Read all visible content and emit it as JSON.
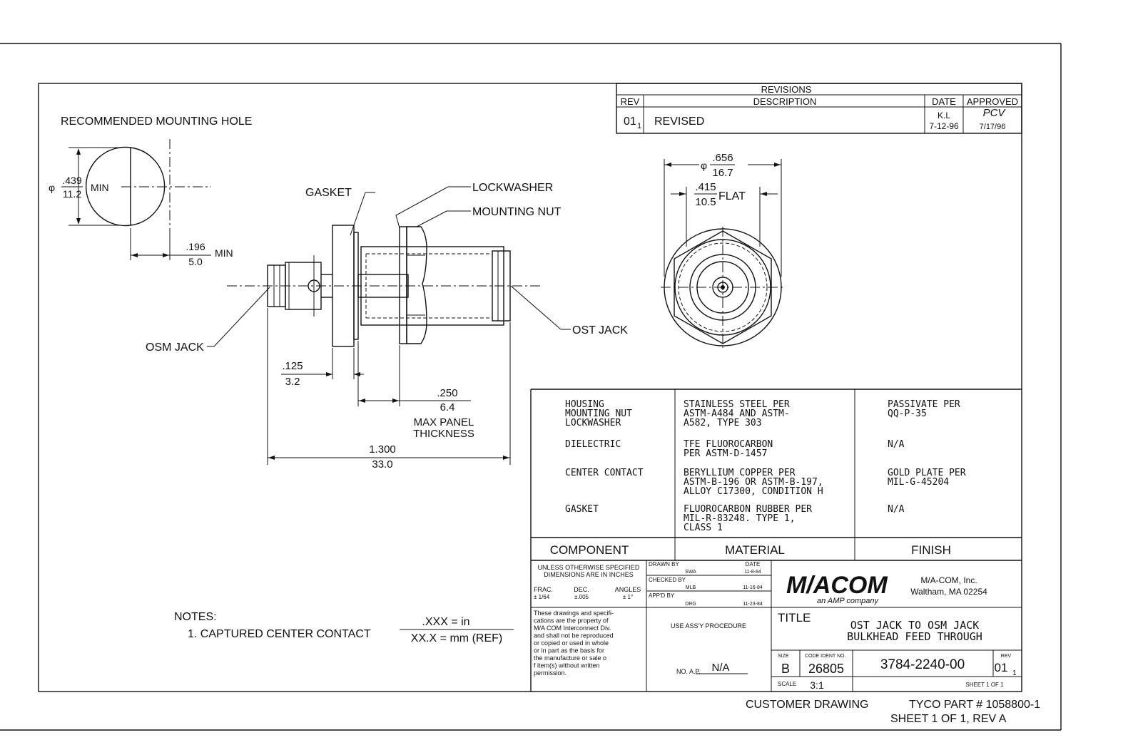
{
  "revisions": {
    "title": "REVISIONS",
    "col_rev": "REV",
    "col_desc": "DESCRIPTION",
    "col_date": "DATE",
    "col_approved": "APPROVED",
    "rev": "01",
    "rev_sub": "1",
    "desc": "REVISED",
    "date_by": "K.L",
    "date": "7-12-96",
    "approved_sig": "PCV",
    "approved_date": "7/17/96"
  },
  "mounting_hole": {
    "title": "RECOMMENDED MOUNTING HOLE",
    "dia_prefix": "φ",
    "dia_in": ".439",
    "dia_mm": "11.2",
    "dia_note": "MIN",
    "flat_in": ".196",
    "flat_mm": "5.0",
    "flat_note": "MIN"
  },
  "side_view": {
    "gasket": "GASKET",
    "lockwasher": "LOCKWASHER",
    "mounting_nut": "MOUNTING NUT",
    "ost_jack": "OST JACK",
    "osm_jack": "OSM JACK",
    "dim1_in": ".125",
    "dim1_mm": "3.2",
    "dim2_in": ".250",
    "dim2_mm": "6.4",
    "panel_1": "MAX PANEL",
    "panel_2": "THICKNESS",
    "len_in": "1.300",
    "len_mm": "33.0"
  },
  "end_view": {
    "dia_prefix": "φ",
    "dia_in": ".656",
    "dia_mm": "16.7",
    "flat_in": ".415",
    "flat_mm": "10.5",
    "flat_label": "FLAT"
  },
  "bom": {
    "rows": [
      {
        "component": [
          "HOUSING",
          "MOUNTING NUT",
          "LOCKWASHER"
        ],
        "material": [
          "STAINLESS STEEL PER",
          "ASTM-A484 AND ASTM-",
          "A582, TYPE 303"
        ],
        "finish": [
          "PASSIVATE PER",
          "QQ-P-35"
        ]
      },
      {
        "component": [
          "DIELECTRIC"
        ],
        "material": [
          "TFE FLUOROCARBON",
          "PER ASTM-D-1457"
        ],
        "finish": [
          "N/A"
        ]
      },
      {
        "component": [
          "CENTER CONTACT"
        ],
        "material": [
          "BERYLLIUM COPPER PER",
          "ASTM-B-196 OR ASTM-B-197,",
          "ALLOY C17300, CONDITION H"
        ],
        "finish": [
          "GOLD PLATE PER",
          "MIL-G-45204"
        ]
      },
      {
        "component": [
          "GASKET"
        ],
        "material": [
          "FLUOROCARBON RUBBER PER",
          "MIL-R-83248.  TYPE 1,",
          "CLASS 1"
        ],
        "finish": [
          "N/A"
        ]
      }
    ],
    "h_component": "COMPONENT",
    "h_material": "MATERIAL",
    "h_finish": "FINISH"
  },
  "titleblock": {
    "tol_1": "UNLESS OTHERWISE SPECIFIED",
    "tol_2": "DIMENSIONS ARE IN INCHES",
    "frac_label": "FRAC.",
    "frac_val": "± 1/64",
    "dec_label": "DEC.",
    "dec_val": "±.005",
    "ang_label": "ANGLES",
    "ang_val": "± 1°",
    "drawn_by": "DRAWN BY",
    "date_label": "DATE",
    "drawn_name": "SWA",
    "drawn_date": "11-8-84",
    "checked_by": "CHECKED BY",
    "checked_name": "MLB",
    "checked_date": "11-16-84",
    "appd_by": "APP'D BY",
    "appd_name": "DRG",
    "appd_date": "11-23-84",
    "prop_lines": [
      "These drawings and specifi-",
      "cations are the property of",
      "M/A COM Interconnect Div.",
      "and shall not be reproduced",
      "or copied or used in whole",
      "or in part as the basis for",
      "the manufacture or sale o",
      "f item(s) without written",
      "permission."
    ],
    "use_assy": "USE ASS'Y PROCEDURE",
    "no_ap_label": "NO. A.P.",
    "no_ap_val": "N/A",
    "logo": "M/ACOM",
    "logo_sub": "an AMP company",
    "company": "M/A-COM, Inc.",
    "address": "Waltham, MA 02254",
    "title_label": "TITLE",
    "title_1": "OST JACK TO OSM JACK",
    "title_2": "BULKHEAD FEED THROUGH",
    "size_label": "SIZE",
    "size_val": "B",
    "code_label": "CODE IDENT NO.",
    "code_val": "26805",
    "dwg_no": "3784-2240-00",
    "rev_label": "REV",
    "rev_val": "01",
    "rev_sub": "1",
    "scale_label": "SCALE",
    "scale_val": "3:1",
    "sheet": "SHEET  1  OF  1"
  },
  "notes": {
    "title": "NOTES:",
    "note_1": "1. CAPTURED CENTER CONTACT",
    "units_top": ".XXX  =  in",
    "units_bottom": "XX.X  =  mm  (REF)"
  },
  "footer": {
    "customer": "CUSTOMER DRAWING",
    "tyco": "TYCO PART # 1058800-1",
    "sheet": "SHEET 1 OF 1, REV A"
  }
}
